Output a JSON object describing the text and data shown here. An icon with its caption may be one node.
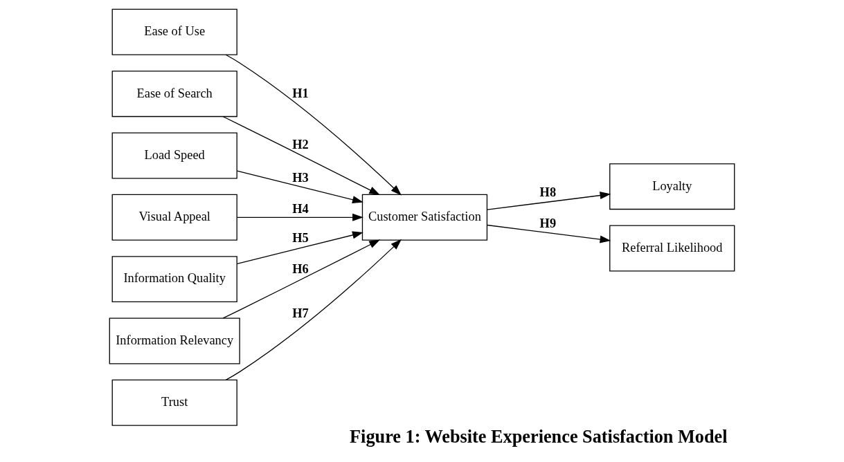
{
  "diagram": {
    "caption": "Figure 1: Website Experience Satisfaction Model",
    "nodes": [
      {
        "text": [
          "Ease of Use"
        ]
      },
      {
        "text": [
          "Ease of Search"
        ]
      },
      {
        "text": [
          "Load Speed"
        ]
      },
      {
        "text": [
          "Visual Appeal"
        ]
      },
      {
        "text": [
          "Information Quality"
        ]
      },
      {
        "text": [
          "Information Relevancy"
        ]
      },
      {
        "text": [
          "Trust"
        ]
      },
      {
        "text": [
          "Customer Satisfaction"
        ]
      },
      {
        "text": [
          "Loyalty"
        ]
      },
      {
        "text": [
          "Referral Likelihood"
        ]
      }
    ],
    "edges": [
      {
        "from": 0,
        "to": 7,
        "arrow": "to",
        "label": "H1"
      },
      {
        "from": 1,
        "to": 7,
        "arrow": "to",
        "label": "H2"
      },
      {
        "from": 2,
        "to": 7,
        "arrow": "to",
        "label": "H3"
      },
      {
        "from": 3,
        "to": 7,
        "arrow": "to",
        "label": "H4"
      },
      {
        "from": 4,
        "to": 7,
        "arrow": "to",
        "label": "H5"
      },
      {
        "from": 5,
        "to": 7,
        "arrow": "to",
        "label": "H6"
      },
      {
        "from": 6,
        "to": 7,
        "arrow": "to",
        "label": "H7"
      },
      {
        "from": 7,
        "to": 8,
        "arrow": "to",
        "label": "H8"
      },
      {
        "from": 7,
        "to": 9,
        "arrow": "to",
        "label": "H9"
      }
    ]
  }
}
